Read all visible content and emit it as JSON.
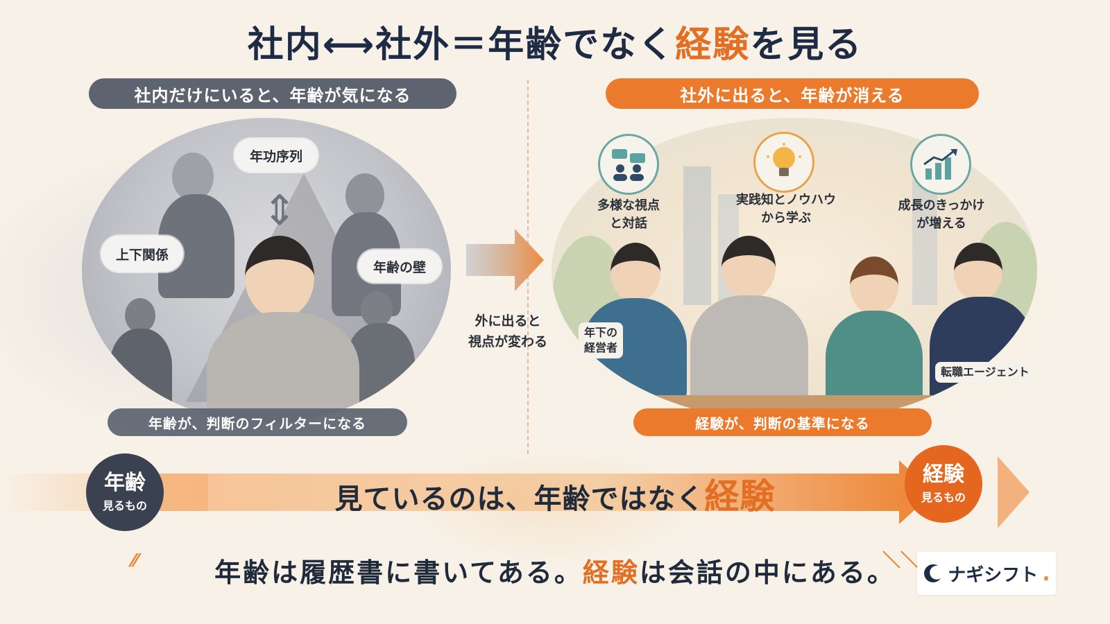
{
  "title": {
    "part1": "社内⟷社外＝年齢でなく",
    "accent": "経験",
    "part2": "を見る"
  },
  "left": {
    "header": "社内だけにいると、年齢が気になる",
    "bubbles": [
      "年功序列",
      "上下関係",
      "年齢の壁"
    ],
    "footer": "年齢が、判断のフィルターになる"
  },
  "middle": {
    "caption_line1": "外に出ると",
    "caption_line2": "視点が変わる"
  },
  "right": {
    "header": "社外に出ると、年齢が消える",
    "features": [
      {
        "icon": "chat-people-icon",
        "line1": "多様な視点",
        "line2": "と対話"
      },
      {
        "icon": "lightbulb-icon",
        "line1": "実践知とノウハウ",
        "line2": "から学ぶ"
      },
      {
        "icon": "growth-chart-icon",
        "line1": "成長のきっかけ",
        "line2": "が増える"
      }
    ],
    "tags": {
      "executive_line1": "年下の",
      "executive_line2": "経営者",
      "agent": "転職エージェント"
    },
    "footer": "経験が、判断の基準になる"
  },
  "band": {
    "left_badge_big": "年齢",
    "left_badge_small": "見るもの",
    "text_main": "見ているのは、年齢ではなく",
    "text_accent": "経験",
    "right_badge_big": "経験",
    "right_badge_small": "見るもの"
  },
  "footer": {
    "part1": "年齢は履歴書に書いてある。",
    "accent": "経験",
    "part2": "は会話の中にある。"
  },
  "logo": {
    "text": "ナギシフト",
    "dot": "."
  },
  "colors": {
    "navy": "#1d2b45",
    "orange": "#e36f24",
    "gray_pill": "#5d6470",
    "orange_pill": "#ec7a2c"
  }
}
